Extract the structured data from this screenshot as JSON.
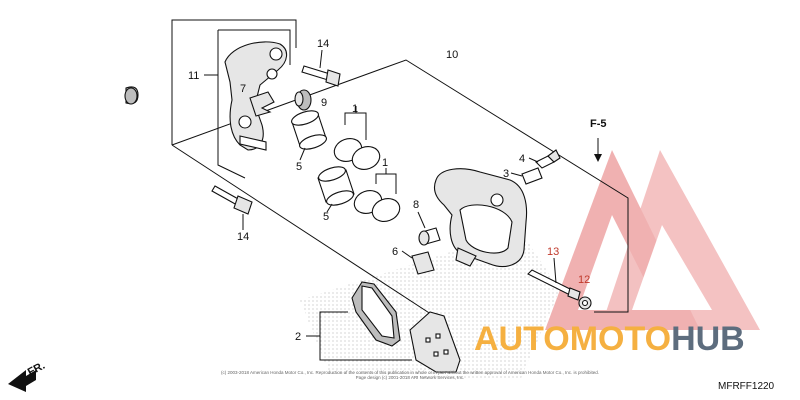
{
  "callouts": {
    "c1a": "1",
    "c1b": "1",
    "c2": "2",
    "c4": "4",
    "c5a": "5",
    "c5b": "5",
    "c6": "6",
    "c7": "7",
    "c8": "8",
    "c9": "9",
    "c10": "10",
    "c11": "11",
    "c12": "12",
    "c13": "13",
    "c14a": "14",
    "c14b": "14"
  },
  "reference": "F-5",
  "direction": "FR.",
  "diagram_code": "MFRFF1220",
  "copyright": "(c) 2003-2018 American Honda Motor Co., Inc. Reproduction of the contents of this publication in whole or in part without the written approval of American Honda Motor Co., Inc. is prohibited. Page design (c) 2001-2018 ARI Network Services, Inc.",
  "watermark": {
    "part1": "AUTOMOTO",
    "part2": "HUB"
  },
  "colors": {
    "watermark_logo": "#e57373",
    "watermark_orange": "#f5b041",
    "watermark_gray": "#5d6d7e",
    "highlight_callout": "#c0392b"
  }
}
